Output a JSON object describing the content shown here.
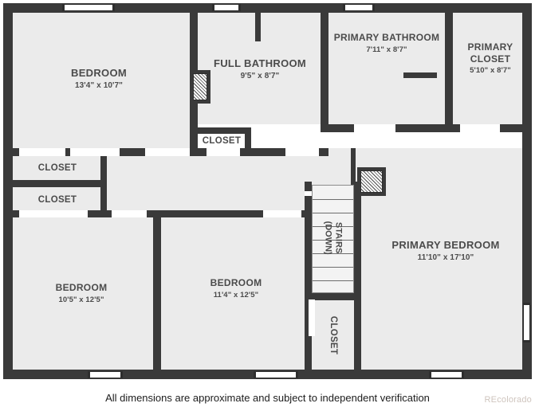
{
  "document": {
    "type": "floor-plan",
    "caption": "All dimensions are approximate and subject to independent verification",
    "watermark": "REcolorado"
  },
  "colors": {
    "wall": "#3a3a3a",
    "room_fill": "#ebebeb",
    "label_text": "#4b4b4b",
    "page_background": "#ffffff",
    "caption_text": "#1c1c1c",
    "watermark_text": "#cfc5be",
    "stair_fill": "#f3f3f3",
    "stair_line": "#6d6d6d"
  },
  "rooms": [
    {
      "id": "bedroom-nw",
      "name": "BEDROOM",
      "dimensions": "13'4\" x 10'7\""
    },
    {
      "id": "full-bathroom",
      "name": "FULL BATHROOM",
      "dimensions": "9'5\" x 8'7\""
    },
    {
      "id": "primary-bathroom",
      "name": "PRIMARY BATHROOM",
      "dimensions": "7'11\" x 8'7\""
    },
    {
      "id": "primary-closet",
      "name": "PRIMARY CLOSET",
      "dimensions": "5'10\" x 8'7\""
    },
    {
      "id": "bedroom-sw",
      "name": "BEDROOM",
      "dimensions": "10'5\" x 12'5\""
    },
    {
      "id": "bedroom-s",
      "name": "BEDROOM",
      "dimensions": "11'4\" x 12'5\""
    },
    {
      "id": "primary-bedroom",
      "name": "PRIMARY BEDROOM",
      "dimensions": "11'10\" x 17'10\""
    }
  ],
  "closets": [
    {
      "id": "closet-hall-upper",
      "name": "CLOSET"
    },
    {
      "id": "closet-west-upper",
      "name": "CLOSET"
    },
    {
      "id": "closet-west-lower",
      "name": "CLOSET"
    },
    {
      "id": "closet-primary-stair",
      "name": "CLOSET"
    }
  ],
  "stairs": {
    "id": "stairs-down",
    "line1": "STAIRS",
    "line2": "(DOWN)",
    "tread_count": 8,
    "direction": "down"
  }
}
